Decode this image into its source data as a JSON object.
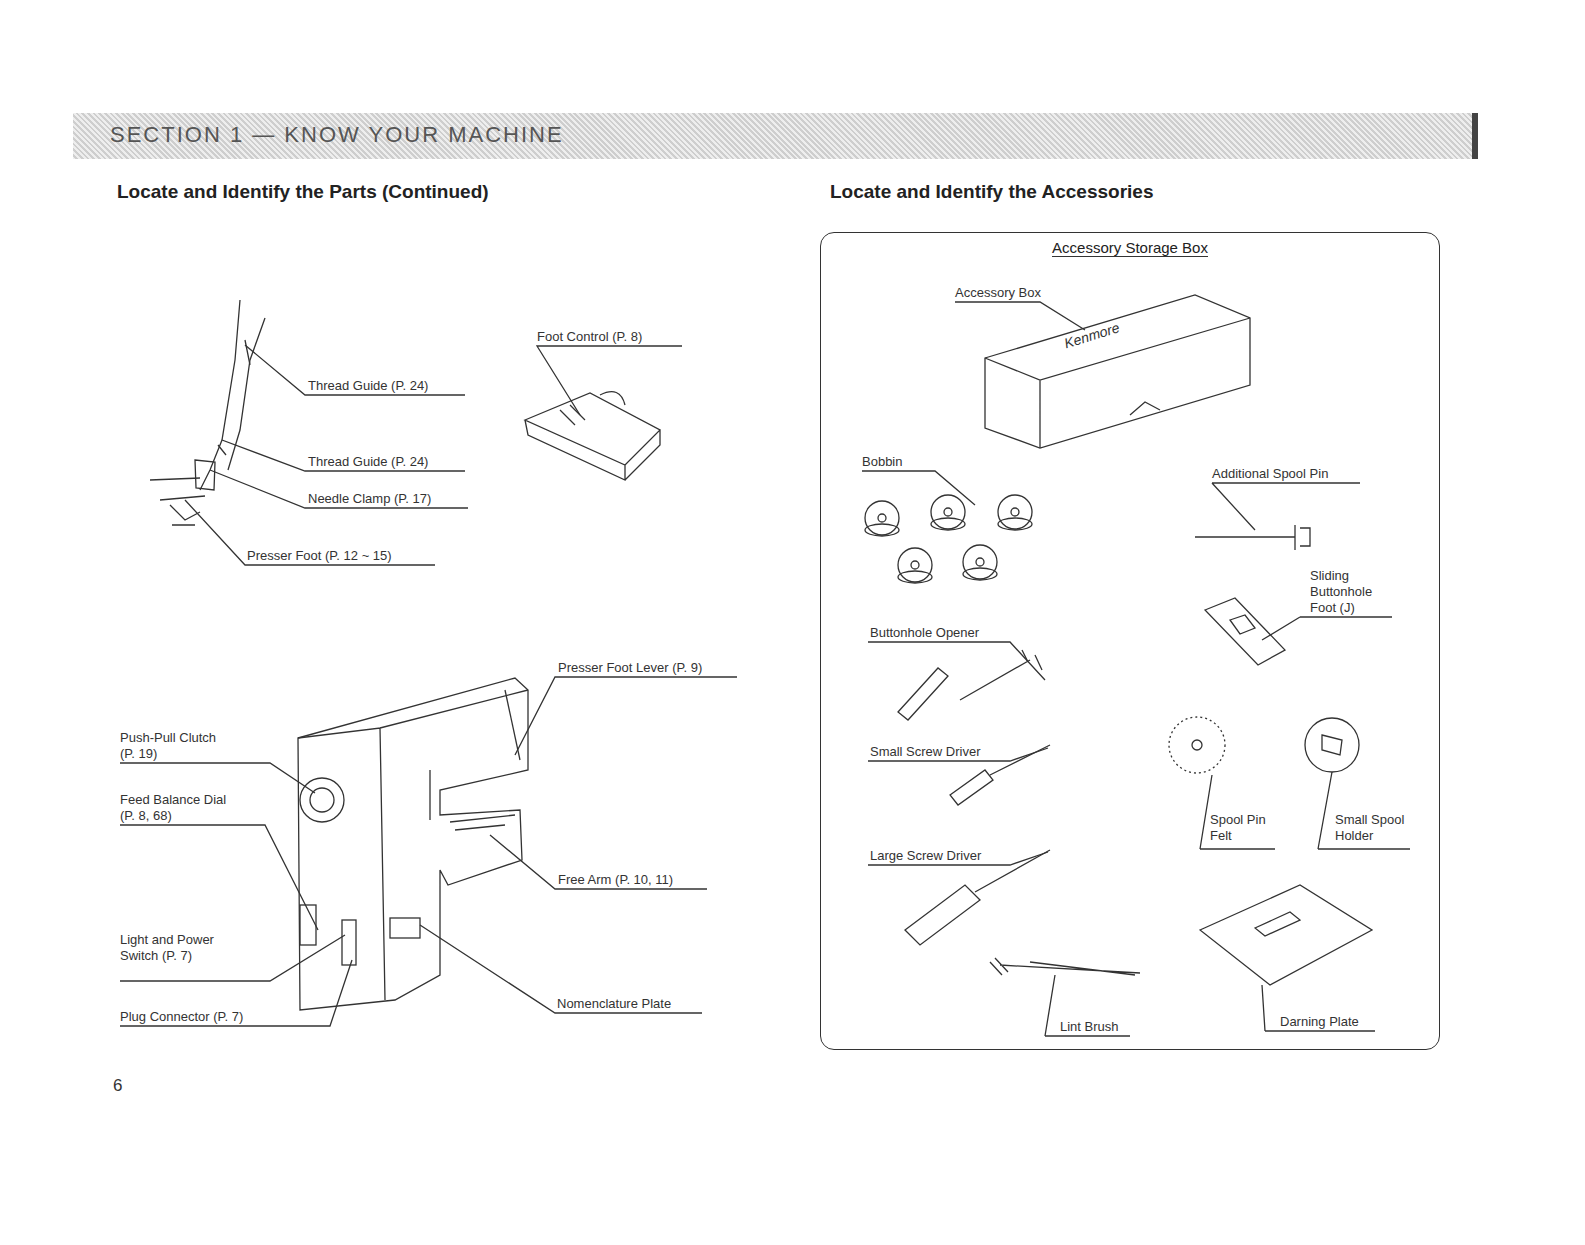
{
  "diagram": {
    "nodes": [
      {
        "text": [
          "SECTION 1 — KNOW YOUR MACHINE"
        ]
      },
      {
        "text": [
          "Accessory Storage Box"
        ]
      }
    ],
    "labels": [
      "Locate and Identify the Parts (Continued)",
      "Locate and Identify the Accessories",
      "Thread Guide (P. 24)",
      "Thread Guide (P. 24)",
      "Needle Clamp (P. 17)",
      "Presser Foot (P. 12 ~ 15)",
      "Foot Control (P. 8)",
      "Presser Foot Lever (P. 9)",
      "Push-Pull Clutch (P. 19)",
      "Feed Balance Dial (P. 8, 68)",
      "Free Arm (P. 10, 11)",
      "Light and Power Switch (P. 7)",
      "Plug Connector (P. 7)",
      "Nomenclature Plate",
      "6",
      "Accessory Box",
      "Kenmore",
      "Bobbin",
      "Additional Spool Pin",
      "Sliding Buttonhole Foot (J)",
      "Buttonhole Opener",
      "Small Screw Driver",
      "Spool Pin Felt",
      "Small Spool Holder",
      "Large Screw Driver",
      "Lint Brush",
      "Darning Plate"
    ]
  }
}
